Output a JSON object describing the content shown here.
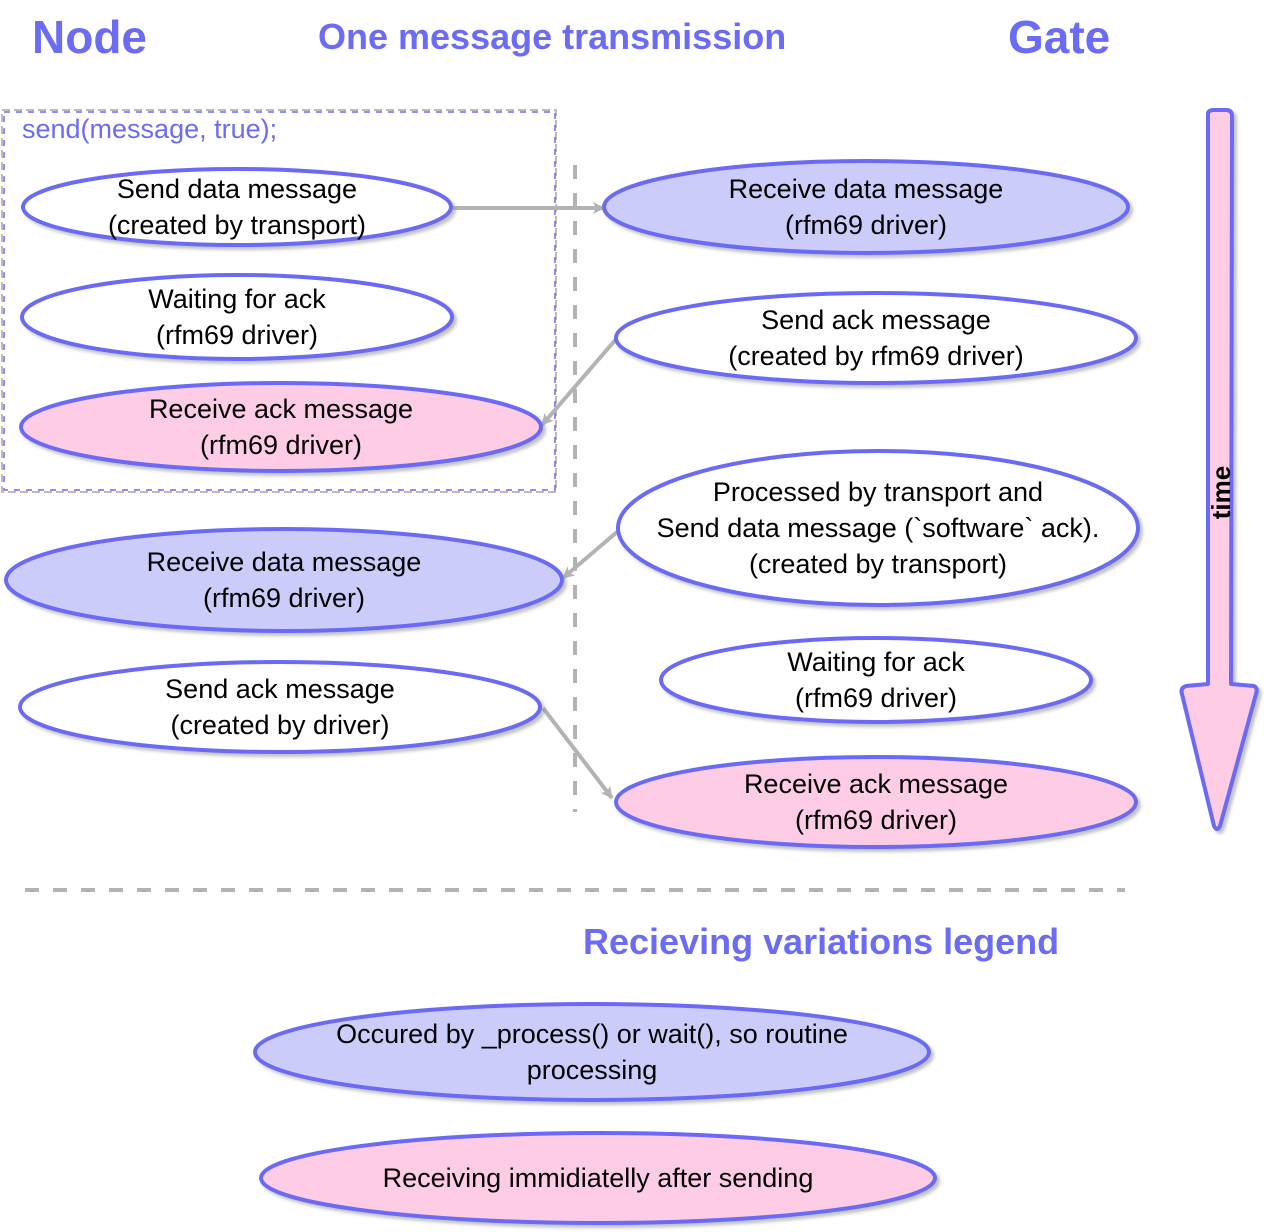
{
  "headers": {
    "node": "Node",
    "main": "One message transmission",
    "gate": "Gate"
  },
  "code_label": "send(message, true);",
  "time_label": "time",
  "legend_title": "Recieving variations legend",
  "colors": {
    "accent": "#6b6bf5",
    "routine_fill": "#ccccfb",
    "immediate_fill": "#ffcce6",
    "plain_fill": "#ffffff",
    "arrow": "#b3b3b3",
    "divider": "#b3b3b3"
  },
  "nodes": {
    "node_send_data": {
      "side": "node",
      "kind": "plain",
      "lines": [
        "Send data message",
        "(created by transport)"
      ]
    },
    "node_wait_ack": {
      "side": "node",
      "kind": "plain",
      "lines": [
        "Waiting for ack",
        "(rfm69 driver)"
      ]
    },
    "node_recv_ack": {
      "side": "node",
      "kind": "immediate",
      "lines": [
        "Receive ack message",
        "(rfm69 driver)"
      ]
    },
    "node_recv_data": {
      "side": "node",
      "kind": "routine",
      "lines": [
        "Receive data message",
        "(rfm69 driver)"
      ]
    },
    "node_send_ack": {
      "side": "node",
      "kind": "plain",
      "lines": [
        "Send ack message",
        "(created by driver)"
      ]
    },
    "gate_recv_data": {
      "side": "gate",
      "kind": "routine",
      "lines": [
        "Receive data message",
        "(rfm69 driver)"
      ]
    },
    "gate_send_ack": {
      "side": "gate",
      "kind": "plain",
      "lines": [
        "Send ack message",
        "(created by rfm69 driver)"
      ]
    },
    "gate_processed": {
      "side": "gate",
      "kind": "plain",
      "lines": [
        "Processed by transport and",
        "Send data message (`software` ack).",
        "(created by transport)"
      ]
    },
    "gate_wait_ack": {
      "side": "gate",
      "kind": "plain",
      "lines": [
        "Waiting for ack",
        "(rfm69 driver)"
      ]
    },
    "gate_recv_ack": {
      "side": "gate",
      "kind": "immediate",
      "lines": [
        "Receive ack message",
        "(rfm69 driver)"
      ]
    }
  },
  "edges": [
    {
      "from": "node_send_data",
      "to": "gate_recv_data"
    },
    {
      "from": "gate_send_ack",
      "to": "node_recv_ack"
    },
    {
      "from": "gate_processed",
      "to": "node_recv_data"
    },
    {
      "from": "node_send_ack",
      "to": "gate_recv_ack"
    }
  ],
  "legend": {
    "routine": {
      "kind": "routine",
      "lines": [
        "Occured by _process() or wait(), so routine",
        "processing"
      ]
    },
    "immediate": {
      "kind": "immediate",
      "lines": [
        "Receiving immidiatelly after sending"
      ]
    }
  }
}
